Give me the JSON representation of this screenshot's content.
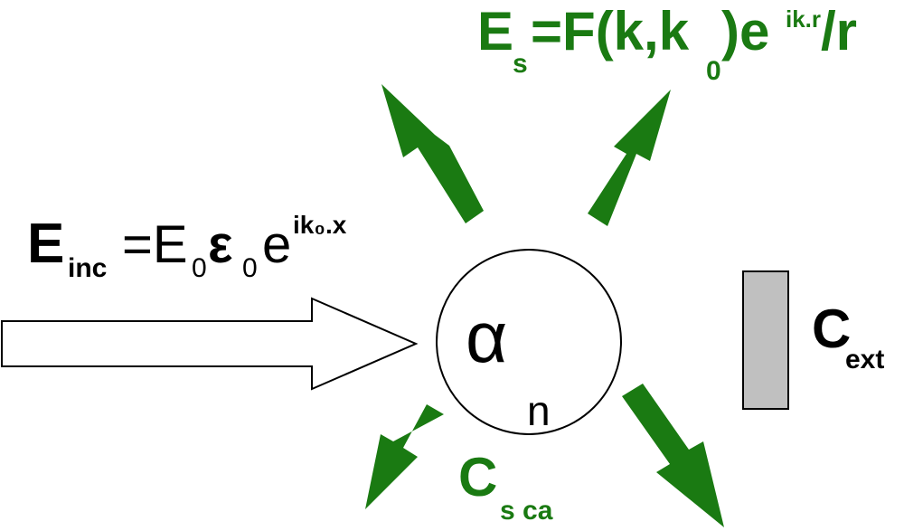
{
  "colors": {
    "green": "#1a7a12",
    "black": "#000000",
    "detector_fill": "#c0c0c0",
    "arrow_fill": "#ffffff"
  },
  "scattered_field": {
    "E": "E",
    "sub_s": "s",
    "eq_F": "=F(k,k",
    "sub_0": "0",
    "close": ")e",
    "sup": "ik.r",
    "tail": "/r"
  },
  "incident_field": {
    "E": "E",
    "sub_inc": "inc",
    "eq": "=E",
    "sub_0a": "0",
    "eps": "ε",
    "sub_0b": "0",
    "e": "e",
    "sup": "ik₀.x"
  },
  "particle": {
    "alpha": "α",
    "sub_n": "n"
  },
  "extinction": {
    "C": "C",
    "sub": "ext"
  },
  "scattering_cs": {
    "C": "C",
    "sub": "s ca"
  },
  "icons": {
    "incident": "incident-arrow-icon",
    "scatter": "scatter-arrow-icon",
    "particle": "particle-circle",
    "detector": "detector-rect"
  }
}
